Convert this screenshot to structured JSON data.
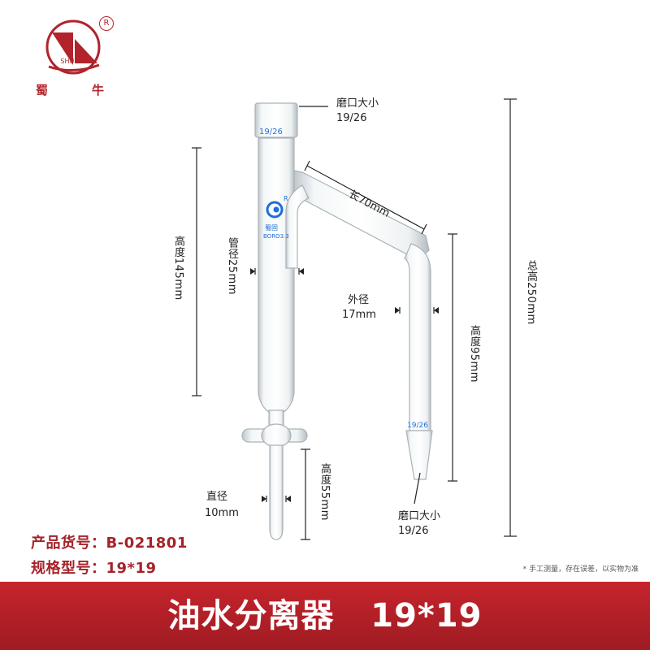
{
  "brand": {
    "logo_text": "SHUNIU",
    "registered_mark": "R",
    "name_left": "蜀",
    "name_right": "牛"
  },
  "glass_marks": {
    "joint_top": "19/26",
    "joint_bottom": "19/26",
    "glass_brand": "蜀固",
    "glass_type": "BORO3.3",
    "glass_registered": "R"
  },
  "labels": {
    "top_joint_title": "磨口大小",
    "top_joint_value": "19/26",
    "arm_length": "长70mm",
    "outer_dia_title": "外径",
    "outer_dia_value": "17mm",
    "bottom_joint_title": "磨口大小",
    "bottom_joint_value": "19/26",
    "height_main": "高度145mm",
    "tube_dia": "管径25mm",
    "height_side": "高度95mm",
    "total_height": "总高250mm",
    "tip_dia_title": "直径",
    "tip_dia_value": "10mm",
    "height_tip": "高度55mm"
  },
  "product": {
    "code_label": "产品货号：",
    "code_value": "B-021801",
    "spec_label": "规格型号：",
    "spec_value": "19*19"
  },
  "note": "* 手工测量，存在误差，以实物为准",
  "banner": {
    "name": "油水分离器",
    "spec": "19*19"
  },
  "colors": {
    "brand_red": "#b2232b",
    "banner_red": "#c6242c",
    "glass_blue": "#1f6fd6"
  }
}
